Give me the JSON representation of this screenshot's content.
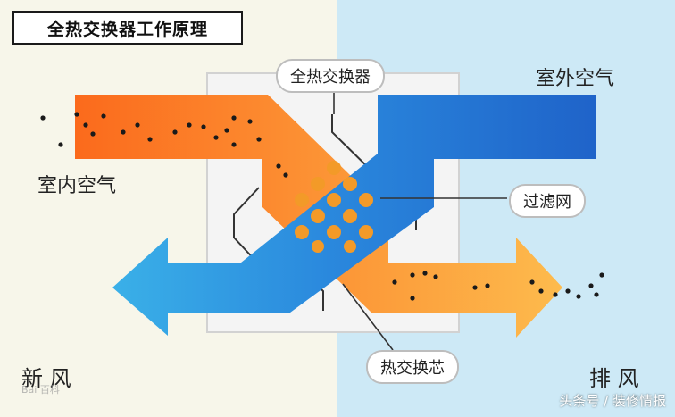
{
  "title": "全热交换器工作原理",
  "labels": {
    "exchanger": "全热交换器",
    "outdoor_air": "室外空气",
    "indoor_air": "室内空气",
    "filter": "过滤网",
    "core": "热交换芯",
    "fresh_air": "新 风",
    "exhaust": "排 风"
  },
  "corner_mark": "Bai 百科",
  "watermark": "头条号 / 装修情报",
  "colors": {
    "left_panel": "#f7f6ea",
    "right_panel": "#cde9f6",
    "orange_flow_start": "#fb6a1c",
    "orange_flow_end": "#fdbb4d",
    "blue_flow_start": "#1f63c9",
    "blue_flow_end": "#3ab0e8",
    "core_dots": "#f39a28"
  }
}
